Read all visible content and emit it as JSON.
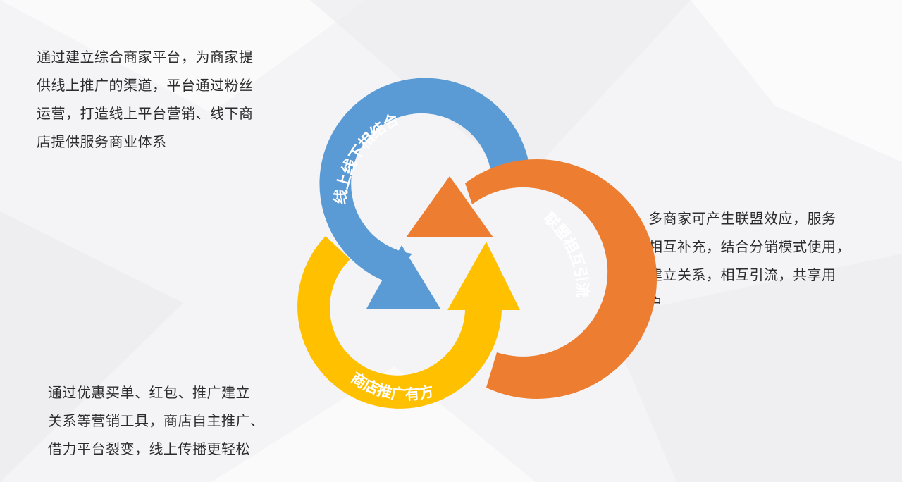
{
  "paragraphs": {
    "top_left": [
      "通过建立综合商家平台，为商家提",
      "供线上推广的渠道，平台通过粉丝",
      "运营，打造线上平台营销、线下商",
      "店提供服务商业体系"
    ],
    "right": [
      "多商家可产生联盟效应，服务",
      "相互补充，结合分销模式使用，",
      "建立关系，相互引流，共享用",
      "户"
    ],
    "bottom_left": [
      "通过优惠买单、红包、推广建立",
      "关系等营销工具，商店自主推广、",
      "借力平台裂变，线上传播更轻松"
    ]
  },
  "cycle": {
    "arrows": [
      {
        "label": "线上线下相结合",
        "color": "#5b9bd5"
      },
      {
        "label": "联盟相互引流",
        "color": "#ed7d31"
      },
      {
        "label": "商店推广有方",
        "color": "#ffc000"
      }
    ]
  },
  "colors": {
    "background": "#f4f4f6",
    "text": "#2b2b2b"
  }
}
